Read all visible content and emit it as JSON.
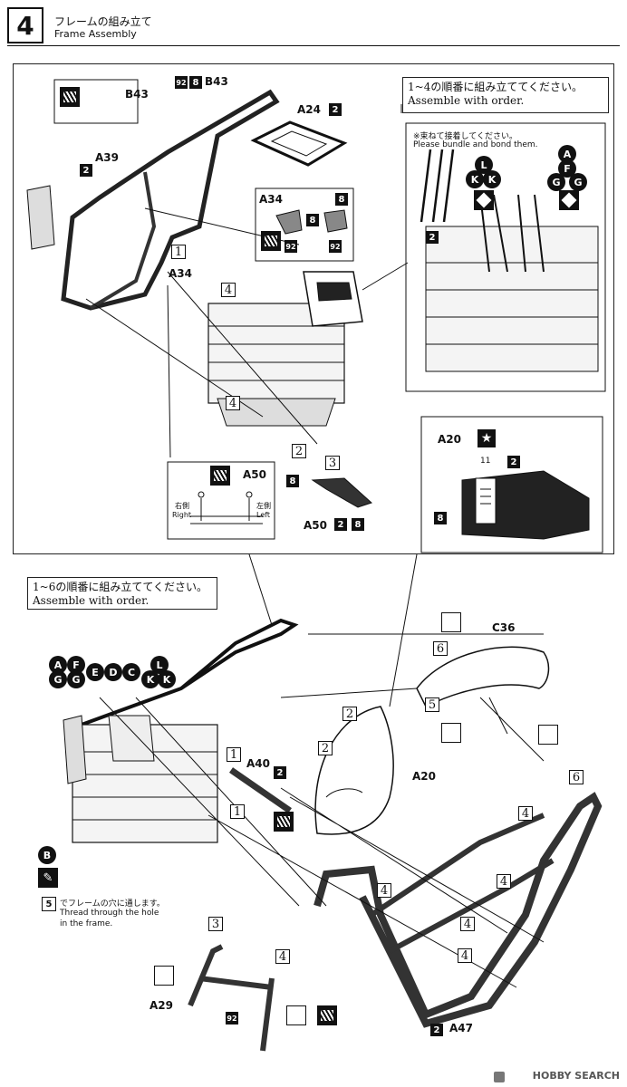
{
  "header": {
    "step_number": "4",
    "title_jp": "フレームの組み立て",
    "title_en": "Frame Assembly"
  },
  "top_panel": {
    "labels": {
      "b43_top": "B43",
      "b43_left": "B43",
      "a24": "A24",
      "a39": "A39",
      "a34_box": "A34",
      "a34_main": "A34",
      "a50_box": "A50",
      "a50_main": "A50"
    },
    "badges": {
      "b43_92": "92",
      "b43_8": "8",
      "a24_2": "2",
      "a39_2": "2",
      "a34_8a": "8",
      "a34_8b": "8",
      "a34_92a": "92",
      "a34_92b": "92",
      "a50_8l": "8",
      "a50_2": "2",
      "a50_8r": "8"
    },
    "steps": {
      "s1": "1",
      "s4a": "4",
      "s4b": "4",
      "s2": "2",
      "s3": "3"
    },
    "order_note_jp": "1~4の順番に組み立ててください。",
    "order_note_en": "Assemble with order.",
    "bundle_note_jp": "※束ねて接着してください。",
    "bundle_note_en": "Please bundle and bond them.",
    "bundle_box_badge": "2",
    "bundle_letters": [
      "L",
      "K",
      "K",
      "A",
      "F",
      "G",
      "G"
    ],
    "right_side_jp": "右側",
    "right_side_en": "Right",
    "left_side_jp": "左側",
    "left_side_en": "Left"
  },
  "a20_panel": {
    "label": "A20",
    "badge_2": "2",
    "badge_8": "8",
    "decal": "11"
  },
  "bottom": {
    "order_note_jp": "1~6の順番に組み立ててください。",
    "order_note_en": "Assemble with order.",
    "letters_row1": [
      "A",
      "F",
      "E",
      "D",
      "C",
      "L"
    ],
    "letters_row2": [
      "G",
      "G",
      "K",
      "K"
    ],
    "labels": {
      "c36": "C36",
      "a20": "A20",
      "a40": "A40",
      "a29": "A29",
      "a47": "A47",
      "b": "B"
    },
    "badges": {
      "a40_2": "2",
      "a29_92": "92",
      "a47_2": "2",
      "step5": "5"
    },
    "steps": {
      "s6a": "6",
      "s5": "5",
      "s2a": "2",
      "s2b": "2",
      "s6b": "6",
      "s1a": "1",
      "s1b": "1",
      "s4a": "4",
      "s4b": "4",
      "s4c": "4",
      "s4d": "4",
      "s4e": "4",
      "s3": "3",
      "s4f": "4"
    },
    "thread_note_jp": "でフレームの穴に通します。",
    "thread_note_en1": "Thread through the hole",
    "thread_note_en2": "in the frame."
  },
  "watermark": "HOBBY SEARCH"
}
